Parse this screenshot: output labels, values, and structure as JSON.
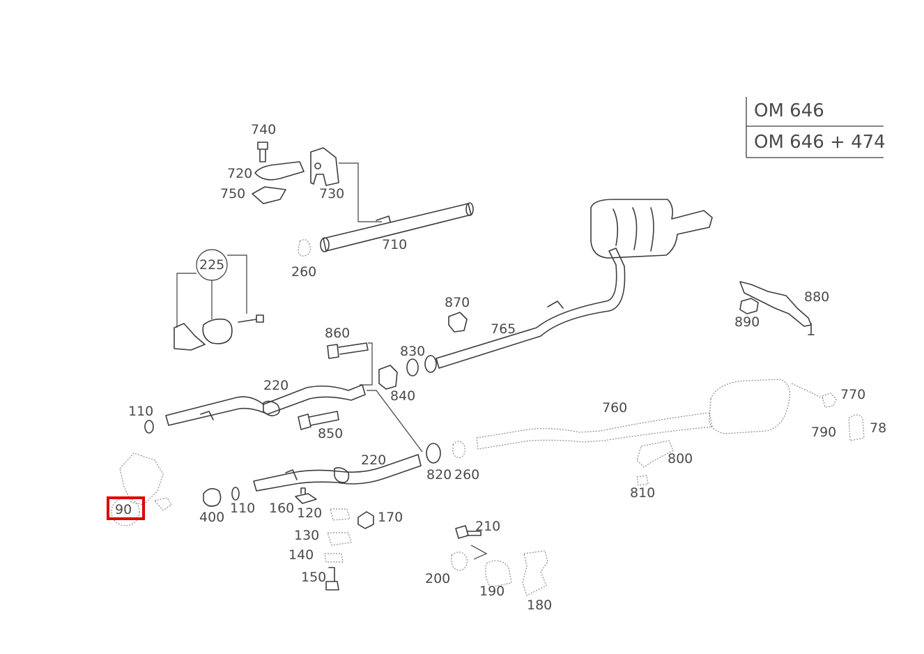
{
  "legend": {
    "row1": "OM 646",
    "row2": "OM 646 + 474"
  },
  "callouts": {
    "c740": "740",
    "c720": "720",
    "c750": "750",
    "c730": "730",
    "c710": "710",
    "c260a": "260",
    "c225": "225",
    "c870": "870",
    "c765": "765",
    "c880": "880",
    "c890": "890",
    "c860": "860",
    "c830": "830",
    "c840": "840",
    "c220a": "220",
    "c110a": "110",
    "c850": "850",
    "c760": "760",
    "c770": "770",
    "c790": "790",
    "c780": "78",
    "c800": "800",
    "c220b": "220",
    "c820": "820",
    "c260b": "260",
    "c810": "810",
    "c90": "90",
    "c400": "400",
    "c110b": "110",
    "c160": "160",
    "c120": "120",
    "c170": "170",
    "c210": "210",
    "c130": "130",
    "c140": "140",
    "c150": "150",
    "c200": "200",
    "c190": "190",
    "c180": "180"
  },
  "highlight": {
    "part": "90",
    "color": "#e00000"
  },
  "colors": {
    "line": "#3c3c3c",
    "label": "#4a4a4a",
    "background": "#ffffff"
  }
}
